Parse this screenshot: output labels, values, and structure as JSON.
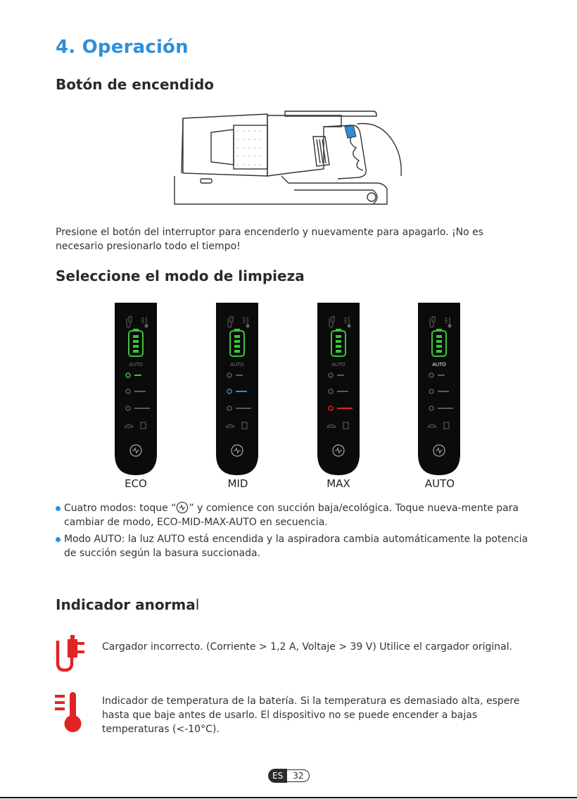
{
  "section_title": "4. Operación",
  "power": {
    "heading": "Botón de encendido",
    "description": "Presione el botón del interruptor para encenderlo y nuevamente para apagarlo. ¡No es necesario presionarlo todo el tiempo!"
  },
  "modes": {
    "heading": "Seleccione el modo de limpieza",
    "panel_auto_label": "AUTO",
    "panels": [
      {
        "label": "ECO",
        "active": "eco",
        "color": "#3cc43c"
      },
      {
        "label": "MID",
        "active": "mid",
        "color": "#2f8fd8"
      },
      {
        "label": "MAX",
        "active": "max",
        "color": "#e02424"
      },
      {
        "label": "AUTO",
        "active": "auto",
        "color": "#ffffff"
      }
    ],
    "bullet1_pre": "Cuatro modos: toque “",
    "bullet1_post": "” y comience con succión baja/ecológica. Toque nueva-mente para cambiar de modo, ECO-MID-MAX-AUTO en secuencia.",
    "bullet2": "Modo AUTO: la luz AUTO está encendida y la aspiradora cambia automáticamente la potencia de succión según la basura succionada."
  },
  "abnormal": {
    "heading_main": "Indicador anorma",
    "heading_tail": "l",
    "charger_text": "Cargador incorrecto. (Corriente > 1,2 A, Voltaje > 39 V) Utilice el cargador original.",
    "temp_text": "Indicador de temperatura de la batería. Si la temperatura es demasiado alta, espere hasta que baje antes de usarlo. El dispositivo no se puede encender a bajas temperaturas (<-10°C).",
    "icon_color": "#e02424"
  },
  "footer": {
    "lang": "ES",
    "page": "32"
  }
}
